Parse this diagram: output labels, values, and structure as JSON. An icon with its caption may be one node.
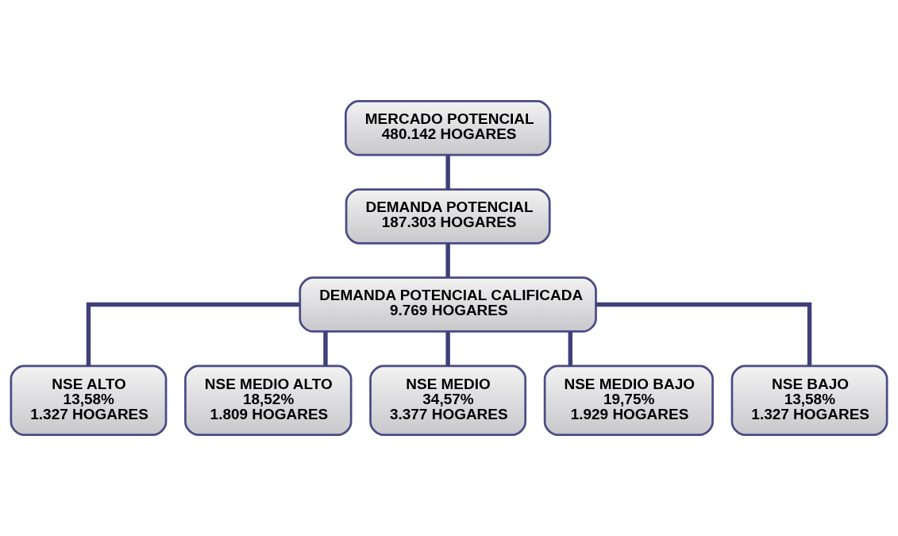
{
  "diagram": {
    "nodes": [
      {
        "text": [
          "MERCADO POTENCIAL",
          "480.142 HOGARES"
        ]
      },
      {
        "text": [
          "DEMANDA POTENCIAL",
          "187.303 HOGARES"
        ]
      },
      {
        "text": [
          "DEMANDA POTENCIAL CALIFICADA",
          "9.769 HOGARES"
        ]
      },
      {
        "text": [
          "NSE ALTO",
          "13,58%",
          "1.327 HOGARES"
        ]
      },
      {
        "text": [
          "NSE MEDIO ALTO",
          "18,52%",
          "1.809 HOGARES"
        ]
      },
      {
        "text": [
          "NSE MEDIO",
          "34,57%",
          "3.377 HOGARES"
        ]
      },
      {
        "text": [
          "NSE MEDIO BAJO",
          "19,75%",
          "1.929 HOGARES"
        ]
      },
      {
        "text": [
          "NSE BAJO",
          "13,58%",
          "1.327 HOGARES"
        ]
      }
    ],
    "edges": [
      {
        "from": 0,
        "to": 1,
        "arrow": "none"
      },
      {
        "from": 1,
        "to": 2,
        "arrow": "none"
      },
      {
        "from": 2,
        "to": 3,
        "arrow": "none"
      },
      {
        "from": 2,
        "to": 4,
        "arrow": "none"
      },
      {
        "from": 2,
        "to": 5,
        "arrow": "none"
      },
      {
        "from": 2,
        "to": 6,
        "arrow": "none"
      },
      {
        "from": 2,
        "to": 7,
        "arrow": "none"
      }
    ]
  }
}
